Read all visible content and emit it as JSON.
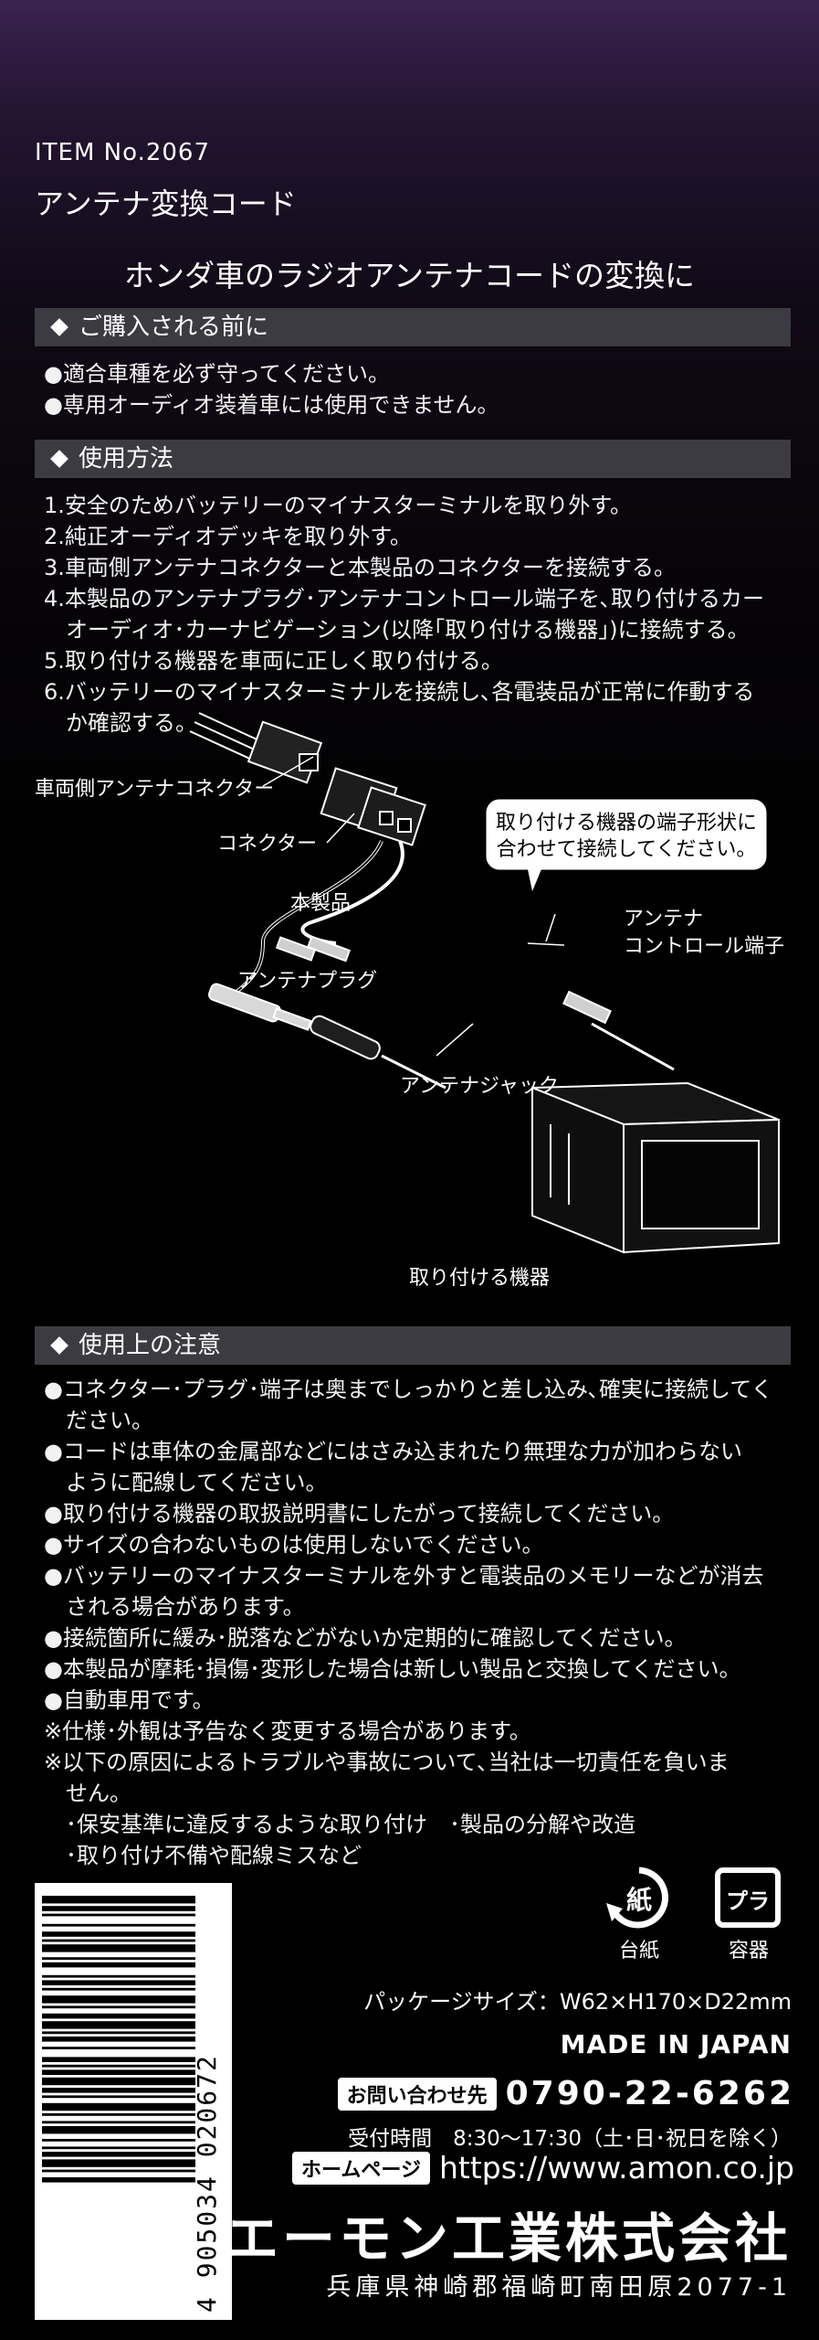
{
  "header": {
    "item_no": "ITEM No.2067",
    "product_name": "アンテナ変換コード",
    "tagline": "ホンダ車のラジオアンテナコードの変換に"
  },
  "sections": {
    "before_purchase": {
      "title": "ご購入される前に",
      "lines": [
        "●適合車種を必ず守ってください。",
        "●専用オーディオ装着車には使用できません。"
      ]
    },
    "usage": {
      "title": "使用方法",
      "lines": [
        "1.安全のためバッテリーのマイナスターミナルを取り外す。",
        "2.純正オーディオデッキを取り外す。",
        "3.車両側アンテナコネクターと本製品のコネクターを接続する。",
        "4.本製品のアンテナプラグ･アンテナコントロール端子を､取り付けるカー",
        "オーディオ･カーナビゲーション(以降｢取り付ける機器｣)に接続する。",
        "5.取り付ける機器を車両に正しく取り付ける。",
        "6.バッテリーのマイナスターミナルを接続し､各電装品が正常に作動する",
        "か確認する。"
      ]
    },
    "cautions": {
      "title": "使用上の注意",
      "lines": [
        "●コネクター･プラグ･端子は奥までしっかりと差し込み､確実に接続してく",
        "ださい。",
        "●コードは車体の金属部などにはさみ込まれたり無理な力が加わらない",
        "ように配線してください。",
        "●取り付ける機器の取扱説明書にしたがって接続してください。",
        "●サイズの合わないものは使用しないでください。",
        "●バッテリーのマイナスターミナルを外すと電装品のメモリーなどが消去",
        "される場合があります。",
        "●接続箇所に緩み･脱落などがないか定期的に確認してください。",
        "●本製品が摩耗･損傷･変形した場合は新しい製品と交換してください。",
        "●自動車用です。",
        "※仕様･外観は予告なく変更する場合があります。",
        "※以下の原因によるトラブルや事故について､当社は一切責任を負いま",
        "せん。",
        "･保安基準に違反するような取り付け　･製品の分解や改造",
        "･取り付け不備や配線ミスなど"
      ]
    }
  },
  "diagram": {
    "labels": {
      "vehicle_connector": "車両側アンテナコネクター",
      "connector": "コネクター",
      "product": "本製品",
      "antenna_plug": "アンテナプラグ",
      "antenna_jack": "アンテナジャック",
      "device": "取り付ける機器",
      "antenna_control_1": "アンテナ",
      "antenna_control_2": "コントロール端子",
      "callout_1": "取り付ける機器の端子形状に",
      "callout_2": "合わせて接続してください。"
    }
  },
  "footer": {
    "recycle_paper_symbol": "紙",
    "recycle_paper_label": "台紙",
    "recycle_plastic_symbol": "プラ",
    "recycle_plastic_label": "容器",
    "barcode_number": "4 905034 020672",
    "package_size": "パッケージサイズ：W62×H170×D22mm",
    "made_in": "MADE IN JAPAN",
    "contact_label": "お問い合わせ先",
    "phone": "0790-22-6262",
    "hours": "受付時間　8:30〜17:30（土･日･祝日を除く）",
    "homepage_label": "ホームページ",
    "url": "https://www.amon.co.jp",
    "company": "エーモン工業株式会社",
    "address": "兵庫県神崎郡福崎町南田原2077-1"
  }
}
